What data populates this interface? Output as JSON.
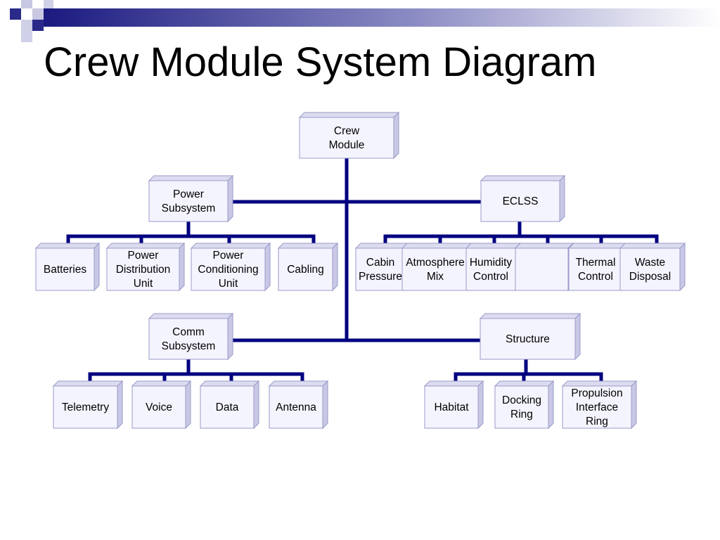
{
  "slide": {
    "title": "Crew Module System Diagram"
  },
  "nodes": {
    "root": [
      "Crew",
      "Module"
    ],
    "power": [
      "Power",
      "Subsystem"
    ],
    "eclss": [
      "ECLSS"
    ],
    "comm": [
      "Comm",
      "Subsystem"
    ],
    "structure": [
      "Structure"
    ],
    "batteries": [
      "Batteries"
    ],
    "pdu": [
      "Power",
      "Distribution",
      "Unit"
    ],
    "pcu": [
      "Power",
      "Conditioning",
      "Unit"
    ],
    "cabling": [
      "Cabling"
    ],
    "cabin": [
      "Cabin",
      "Pressure"
    ],
    "atmos": [
      "Atmosphere",
      "Mix"
    ],
    "humidity": [
      "Humidity",
      "Control"
    ],
    "blank": [],
    "thermal": [
      "Thermal",
      "Control"
    ],
    "waste": [
      "Waste",
      "Disposal"
    ],
    "telemetry": [
      "Telemetry"
    ],
    "voice": [
      "Voice"
    ],
    "data": [
      "Data"
    ],
    "antenna": [
      "Antenna"
    ],
    "habitat": [
      "Habitat"
    ],
    "docking": [
      "Docking",
      "Ring"
    ],
    "propulsion": [
      "Propulsion",
      "Interface",
      "Ring"
    ]
  },
  "colors": {
    "connector": "#000080",
    "box_face": "#f4f4ff",
    "box_side": "#c8c8e6",
    "box_top": "#dcdcf0",
    "box_border": "#9a9ac8"
  }
}
